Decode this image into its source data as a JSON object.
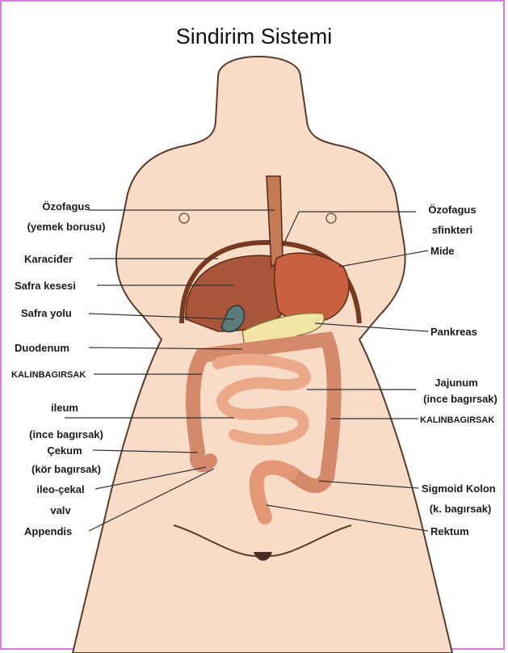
{
  "title": "Sindirim Sistemi",
  "labels": {
    "ozofagus": "Özofagus",
    "yemek_borusu": "(yemek borusu)",
    "karacider": "Karaciđer",
    "safra_kesesi": "Safra kesesi",
    "safra_yolu": "Safra yolu",
    "duodenum": "Duodenum",
    "kalinbagirsak_left": "KALINBAGIRSAK",
    "ileum": "ileum",
    "ileum_note": "(ince bagırsak)",
    "cekum": "Çekum",
    "cekum_note": "(kör bagırsak)",
    "ileo_cekal": "ileo-çekal",
    "valv": "valv",
    "appendis": "Appendis",
    "ozofagus_right": "Özofagus",
    "sfinkteri": "sfinkteri",
    "mide": "Mide",
    "pankreas": "Pankreas",
    "jajunum": "Jajunum",
    "jajunum_note": "(ince bagırsak)",
    "kalinbagirsak_right": "KALINBAGIRSAK",
    "sigmoid": "Sigmoid Kolon",
    "sigmoid_note": "(k. bagırsak)",
    "rektum": "Rektum"
  },
  "colors": {
    "skin": "#f8dcc8",
    "skin_outline": "#5a3a2a",
    "liver": "#a8553a",
    "stomach": "#c9603f",
    "intestine": "#eca98a",
    "gallbladder": "#5b7a78",
    "pancreas": "#f2e3a6",
    "frame": "#e07ae0"
  }
}
